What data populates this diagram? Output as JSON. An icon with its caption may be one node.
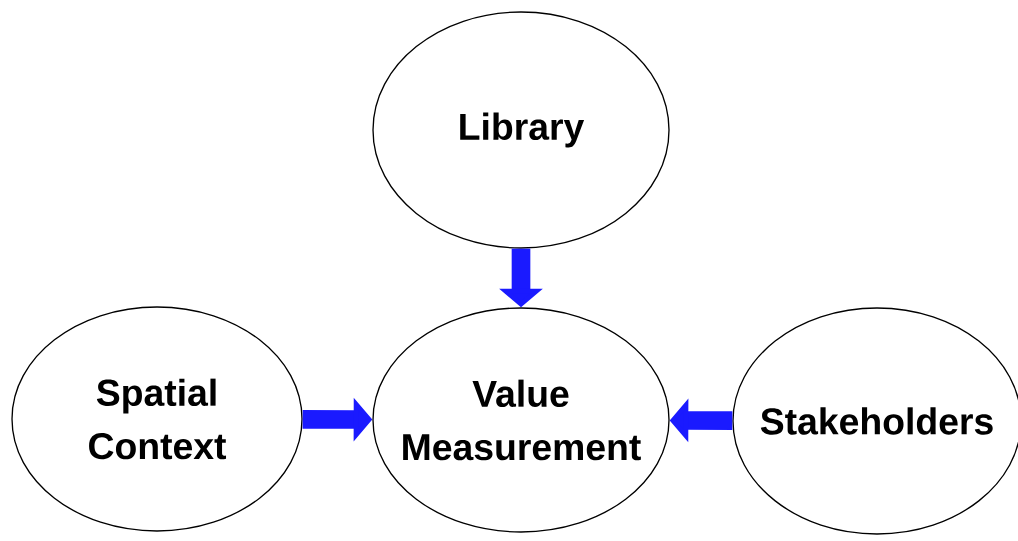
{
  "diagram": {
    "nodes": [
      {
        "text": [
          "Library"
        ]
      },
      {
        "text": [
          "Spatial Context"
        ]
      },
      {
        "text": [
          "Value Measurement"
        ]
      },
      {
        "text": [
          "Stakeholders"
        ]
      }
    ],
    "edges": [
      {
        "from": 0,
        "to": 2,
        "arrow": "to"
      },
      {
        "from": 1,
        "to": 2,
        "arrow": "to"
      },
      {
        "from": 3,
        "to": 2,
        "arrow": "to"
      }
    ]
  }
}
